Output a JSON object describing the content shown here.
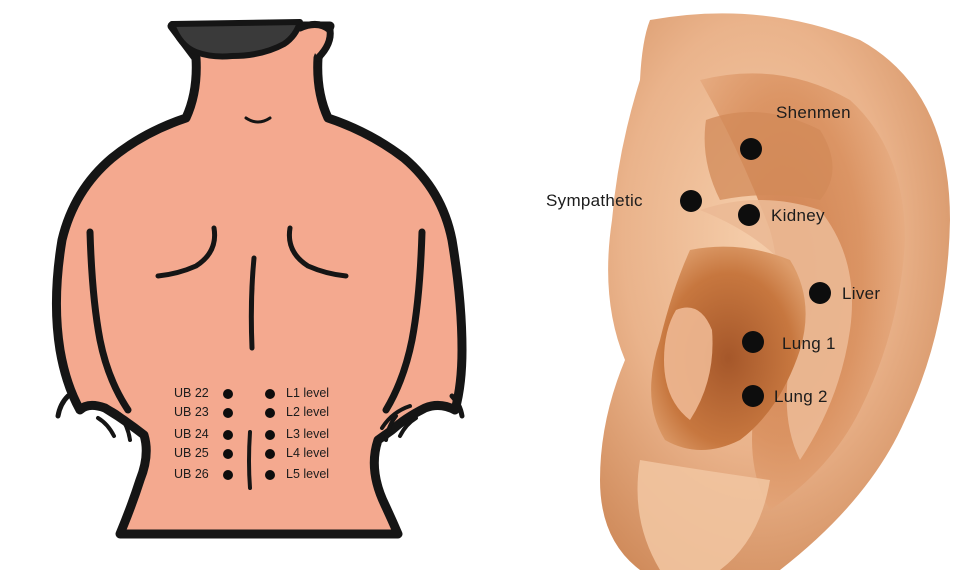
{
  "back_figure": {
    "left_points": [
      "UB 22",
      "UB 23",
      "UB 24",
      "UB 25",
      "UB 26"
    ],
    "right_points": [
      "L1 level",
      "L2 level",
      "L3 level",
      "L4 level",
      "L5 level"
    ]
  },
  "ear_figure": {
    "points": {
      "shenmen": "Shenmen",
      "sympathetic": "Sympathetic",
      "kidney": "Kidney",
      "liver": "Liver",
      "lung1": "Lung 1",
      "lung2": "Lung 2"
    }
  },
  "colors": {
    "skin_back": "#f4a98f",
    "outline": "#151515",
    "hair": "#3a3a3a",
    "ear_light": "#f2c39e",
    "ear_mid": "#d9915f",
    "ear_dark": "#a85a2c",
    "dot": "#0d0d0d"
  }
}
